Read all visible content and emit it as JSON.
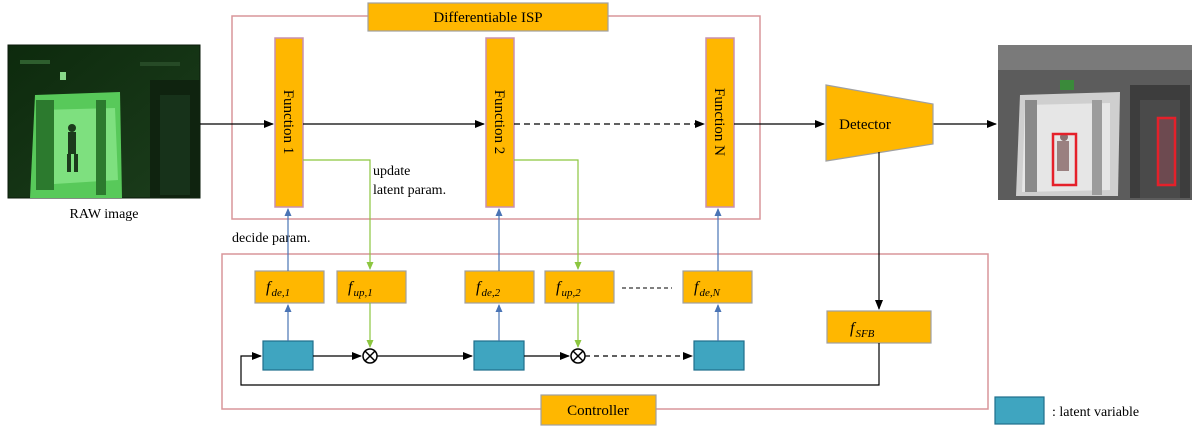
{
  "isp": {
    "title": "Differentiable ISP"
  },
  "functions": [
    {
      "label": "Function 1"
    },
    {
      "label": "Function 2"
    },
    {
      "label": "Function N"
    }
  ],
  "detector": {
    "label": "Detector"
  },
  "controller": {
    "title": "Controller"
  },
  "labels": {
    "raw_image": "RAW image",
    "update_line1": "update",
    "update_line2": "latent param.",
    "decide": "decide param.",
    "legend_text": ": latent variable"
  },
  "controller_blocks": {
    "de1": {
      "base": "f",
      "sub": "de,1"
    },
    "up1": {
      "base": "f",
      "sub": "up,1"
    },
    "de2": {
      "base": "f",
      "sub": "de,2"
    },
    "up2": {
      "base": "f",
      "sub": "up,2"
    },
    "deN": {
      "base": "f",
      "sub": "de,N"
    },
    "sfb": {
      "base": "f",
      "sub": "SFB"
    }
  },
  "colors": {
    "box_fill": "#FFB700",
    "box_stroke": "#A0A0A0",
    "frame_stroke": "#D9959A",
    "latent_fill": "#3FA5C0",
    "latent_stroke": "#1F6F8C",
    "blue_arrow": "#4A74B5",
    "green_arrow": "#8CC63F",
    "detection_box": "#E5202A"
  }
}
